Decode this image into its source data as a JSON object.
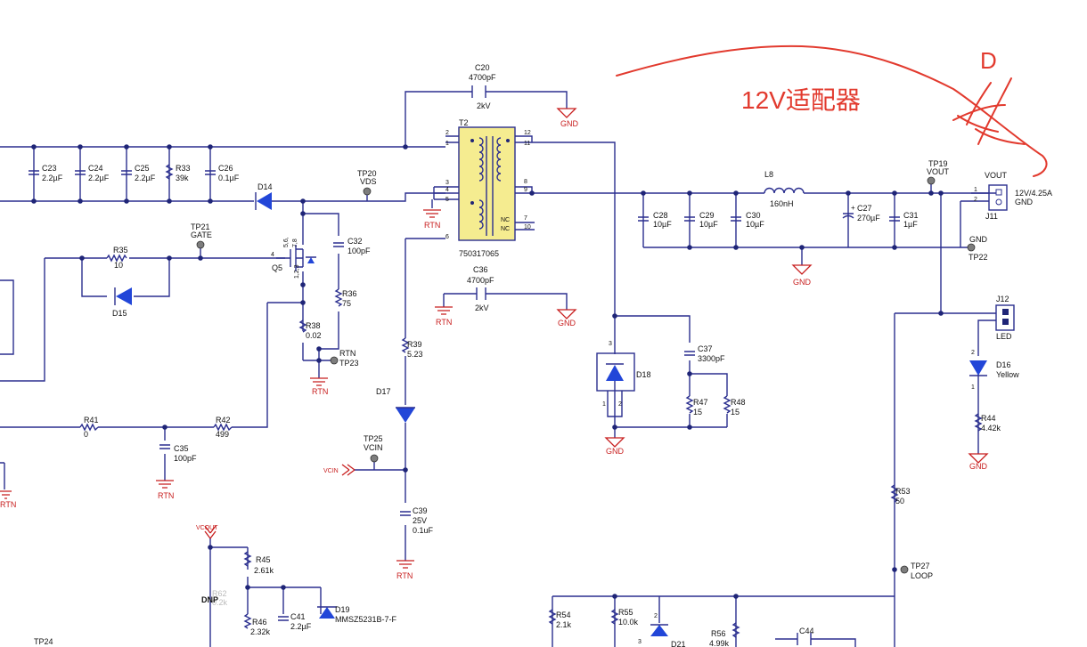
{
  "labels": {
    "c20_name": "C20",
    "c20_val": "4700pF",
    "c20_v": "2kV",
    "gnd_text": "GND",
    "rtn_text": "RTN",
    "t2_name": "T2",
    "t2_part": "750317065",
    "pin2": "2",
    "pin1": "1",
    "pin3": "3",
    "pin4": "4",
    "pin5": "5",
    "pin6": "6",
    "pin12": "12",
    "pin11": "11",
    "pin8": "8",
    "pin9": "9",
    "pin7": "7",
    "pin10": "10",
    "nc_text": "NC",
    "c23": "C23",
    "c23v": "2.2µF",
    "c24": "C24",
    "c24v": "2.2µF",
    "c25": "C25",
    "c25v": "2.2µF",
    "r33": "R33",
    "r33v": "39k",
    "c26": "C26",
    "c26v": "0.1µF",
    "d14": "D14",
    "tp20": "TP20",
    "vds": "VDS",
    "tp21": "TP21",
    "gate": "GATE",
    "r35": "R35",
    "r35v": "10",
    "d15": "D15",
    "q5": "Q5",
    "q5pins_top": "5,6,",
    "q5pins_78": "7,8",
    "q5pin4": "4",
    "q5pins_bot": "1,2,3",
    "c32": "C32",
    "c32v": "100pF",
    "r36": "R36",
    "r36v": "75",
    "r38": "R38",
    "r38v": "0.02",
    "tp23": "TP23",
    "rtn23": "RTN",
    "c36": "C36",
    "c36v": "4700pF",
    "c36kv": "2kV",
    "r39": "R39",
    "r39v": "5.23",
    "d17": "D17",
    "tp25": "TP25",
    "vcin_tp": "VCIN",
    "vcin_net": "VCIN",
    "c39": "C39",
    "c39v1": "25V",
    "c39v2": "0.1uF",
    "r41": "R41",
    "r41v": "0",
    "r42": "R42",
    "r42v": "499",
    "c35": "C35",
    "c35v": "100pF",
    "vcout": "VCOUT",
    "r45": "R45",
    "r45v": "2.61k",
    "r62": "R62",
    "r62v": "0.2k",
    "dnp": "DNP",
    "r46": "R46",
    "r46v": "2.32k",
    "c41": "C41",
    "c41v": "2.2µF",
    "d19": "D19",
    "d19p": "MMSZ5231B-7-F",
    "tp24": "TP24",
    "l8": "L8",
    "l8v": "160nH",
    "c28": "C28",
    "c28v": "10µF",
    "c29": "C29",
    "c29v": "10µF",
    "c30": "C30",
    "c30v": "10µF",
    "c27": "C27",
    "c27v": "270µF",
    "c31": "C31",
    "c31v": "1µF",
    "tp19": "TP19",
    "vout_tp": "VOUT",
    "vout_j": "VOUT",
    "j11": "J11",
    "j11_out": "12V/4.25A",
    "j11_gnd": "GND",
    "tp22": "TP22",
    "gnd22": "GND",
    "d18": "D18",
    "c37": "C37",
    "c37v": "3300pF",
    "r47": "R47",
    "r47v": "15",
    "r48": "R48",
    "r48v": "15",
    "j12": "J12",
    "led": "LED",
    "d16": "D16",
    "d16c": "Yellow",
    "r44": "R44",
    "r44v": "4.42k",
    "r53": "R53",
    "r53v": "50",
    "tp27": "TP27",
    "loop": "LOOP",
    "r54": "R54",
    "r54v": "2.1k",
    "r55": "R55",
    "r55v": "10.0k",
    "d21": "D21",
    "r56": "R56",
    "r56v": "4.99k",
    "c44": "C44",
    "d18p3": "3",
    "d18p1": "1",
    "d18p2": "2",
    "d16p2": "2",
    "d16p1": "1",
    "d21p2": "2",
    "d21p3": "3"
  },
  "annotations": {
    "adapter_label": "12V适配器",
    "letter_d": "D"
  },
  "colors": {
    "wire": "#2b2f8f",
    "power": "#c81e1e",
    "diode": "#2246d8",
    "handwriting": "#e23a2e",
    "node": "#1f2577"
  }
}
